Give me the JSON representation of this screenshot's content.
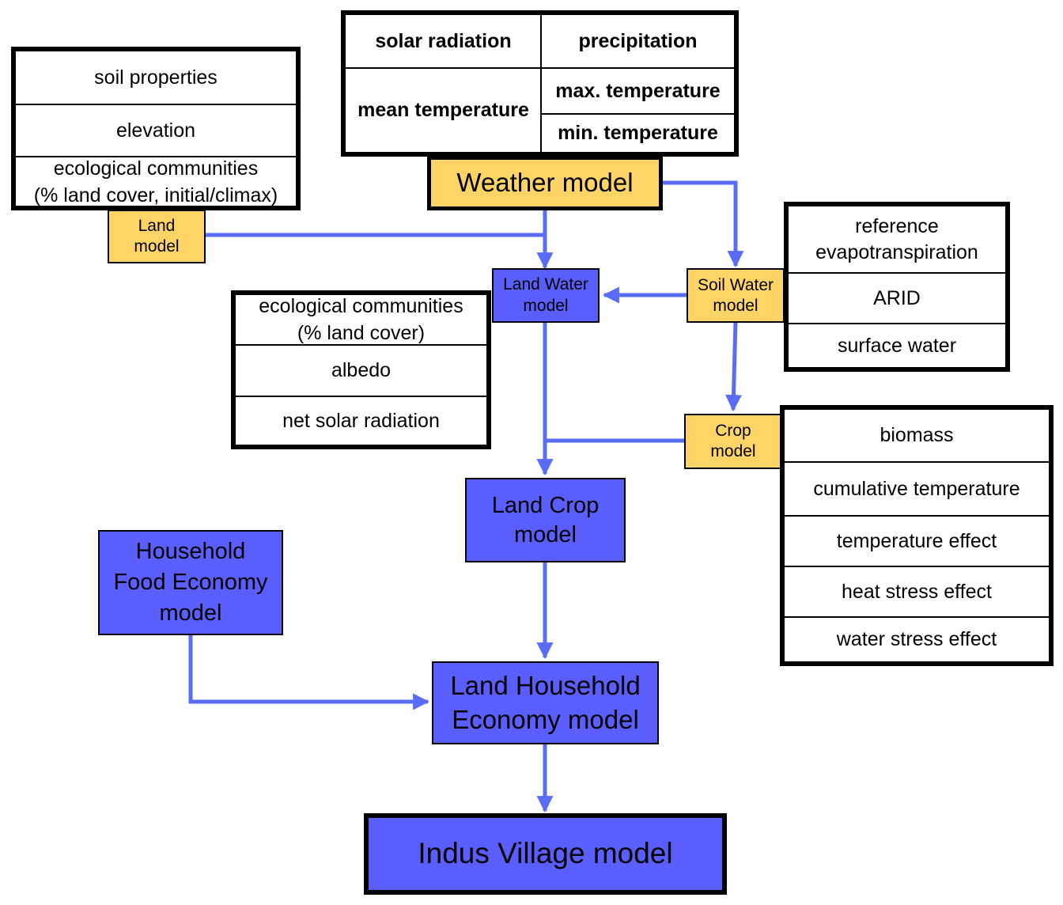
{
  "colors": {
    "arrow": "#5a6cf5",
    "input_model_fill": "#fed466",
    "derived_model_fill": "#5a5efd",
    "table_border": "#000000"
  },
  "weather_inputs": {
    "solar_radiation": "solar radiation",
    "precipitation": "precipitation",
    "mean_temperature": "mean temperature",
    "max_temperature": "max. temperature",
    "min_temperature": "min. temperature"
  },
  "land_inputs": {
    "items": [
      "soil properties",
      "elevation",
      "ecological communities\n(% land cover, initial/climax)"
    ]
  },
  "land_water_outputs": {
    "items": [
      "ecological communities\n(% land cover)",
      "albedo",
      "net solar radiation"
    ]
  },
  "soil_water_outputs": {
    "items": [
      "reference\nevapotranspiration",
      "ARID",
      "surface water"
    ]
  },
  "crop_outputs": {
    "items": [
      "biomass",
      "cumulative temperature",
      "temperature effect",
      "heat stress effect",
      "water stress effect"
    ]
  },
  "models": {
    "weather": "Weather model",
    "land": "Land\nmodel",
    "land_water": "Land Water\nmodel",
    "soil_water": "Soil Water\nmodel",
    "crop": "Crop\nmodel",
    "land_crop": "Land Crop\nmodel",
    "household_food": "Household\nFood Economy\nmodel",
    "land_household": "Land Household\nEconomy model",
    "indus_village": "Indus Village model"
  }
}
